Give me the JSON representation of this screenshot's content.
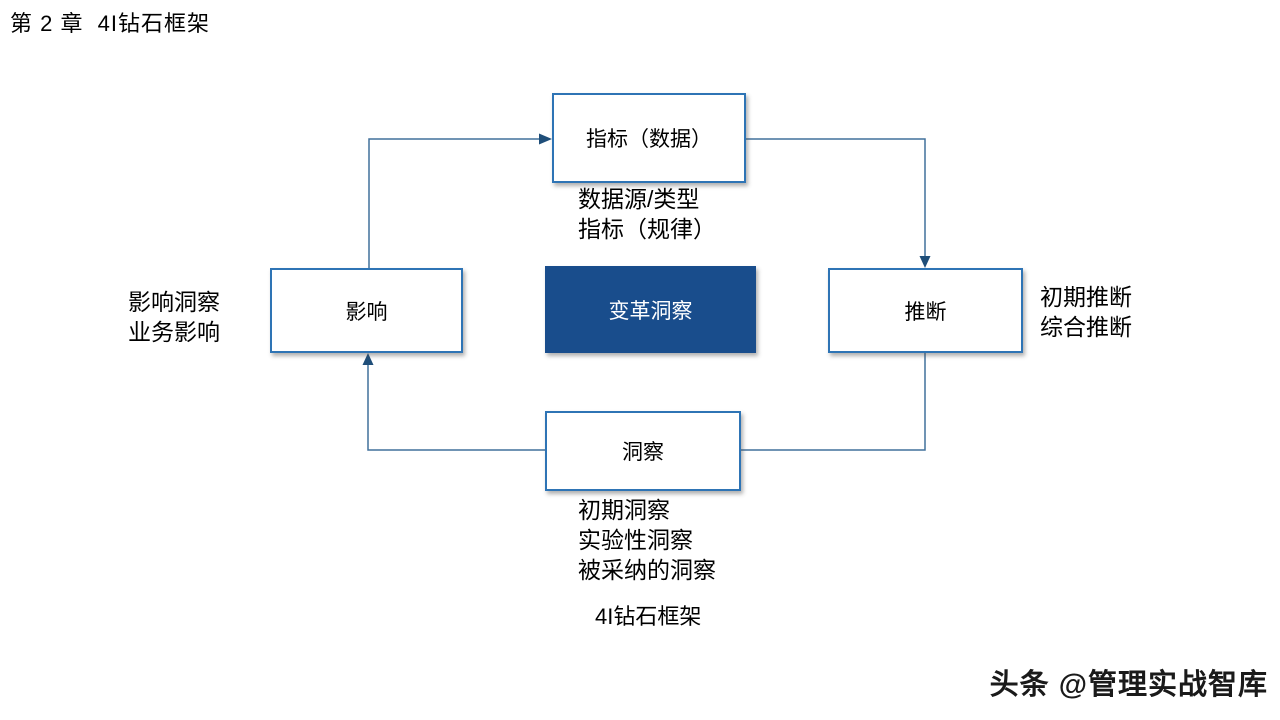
{
  "page": {
    "title": "第 2 章  4I钻石框架",
    "caption": "4I钻石框架",
    "watermark": "头条 @管理实战智库"
  },
  "diagram": {
    "nodes": {
      "indicators": {
        "label": "指标（数据）"
      },
      "impact": {
        "label": "影响"
      },
      "transform": {
        "label": "变革洞察"
      },
      "inference": {
        "label": "推断"
      },
      "insight": {
        "label": "洞察"
      }
    },
    "annotations": {
      "indicators": [
        "数据源/类型",
        "指标（规律）"
      ],
      "impact": [
        "影响洞察",
        "业务影响"
      ],
      "inference": [
        "初期推断",
        "综合推断"
      ],
      "insight": [
        "初期洞察",
        "实验性洞察",
        "被采纳的洞察"
      ]
    },
    "flow": [
      "影响 → 指标（数据）",
      "指标（数据） → 推断",
      "推断 → 洞察",
      "洞察 → 影响"
    ],
    "colors": {
      "box_border": "#2E74B5",
      "box_fill": "#FFFFFF",
      "filled_box_fill": "#194D8C",
      "filled_box_text": "#FFFFFF",
      "connector_line": "#41719C",
      "arrowhead": "#1F4E79",
      "text": "#000000",
      "background": "#FFFFFF"
    }
  }
}
